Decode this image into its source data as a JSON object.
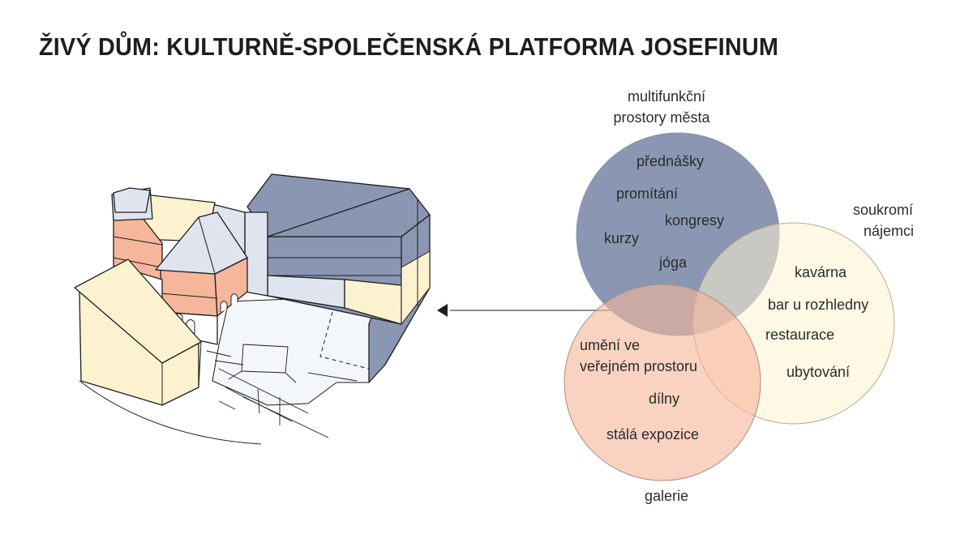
{
  "title": "ŽIVÝ DŮM: KULTURNĚ-SPOLEČENSKÁ PLATFORMA JOSEFINUM",
  "colors": {
    "blue": "#8a96b2",
    "peach": "#f5b69b",
    "cream": "#fdf2cf",
    "light_blue": "#dfe4ef",
    "outline": "#1e1e1e"
  },
  "venn": {
    "blue_circle": {
      "heading_lines": [
        "multifunkční",
        "prostory města"
      ],
      "items": [
        "přednášky",
        "promítání",
        "kongresy",
        "kurzy",
        "jóga"
      ]
    },
    "cream_circle": {
      "heading_lines": [
        "soukromí",
        "nájemci"
      ],
      "items": [
        "kavárna",
        "bar u rozhledny",
        "restaurace",
        "ubytování"
      ]
    },
    "peach_circle": {
      "heading": "galerie",
      "items_lines": [
        "umění ve",
        "veřejném prostoru"
      ],
      "items": [
        "dílny",
        "stálá expozice"
      ]
    }
  }
}
